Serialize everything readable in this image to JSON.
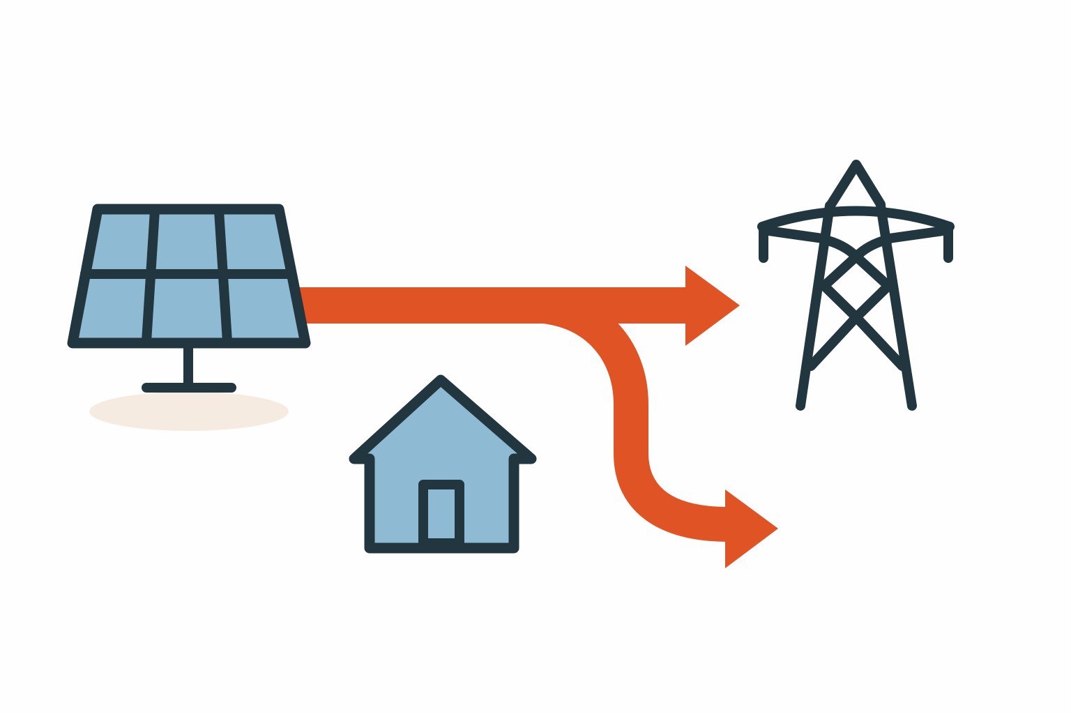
{
  "diagram": {
    "nodes": [
      {
        "id": "solar",
        "icon": "solar-panel-icon"
      },
      {
        "id": "home",
        "icon": "house-icon"
      },
      {
        "id": "grid",
        "icon": "power-pylon-icon"
      }
    ],
    "flows": [
      {
        "from": "solar",
        "to": "grid",
        "icon": "arrow-right-icon"
      },
      {
        "from": "solar",
        "to": "home-branch",
        "icon": "curved-arrow-icon"
      }
    ]
  },
  "colors": {
    "outline": "#22363f",
    "panel_fill": "#8fbad3",
    "arrow": "#e05325",
    "shadow": "#f5ebe0",
    "background": "#fefefe"
  }
}
